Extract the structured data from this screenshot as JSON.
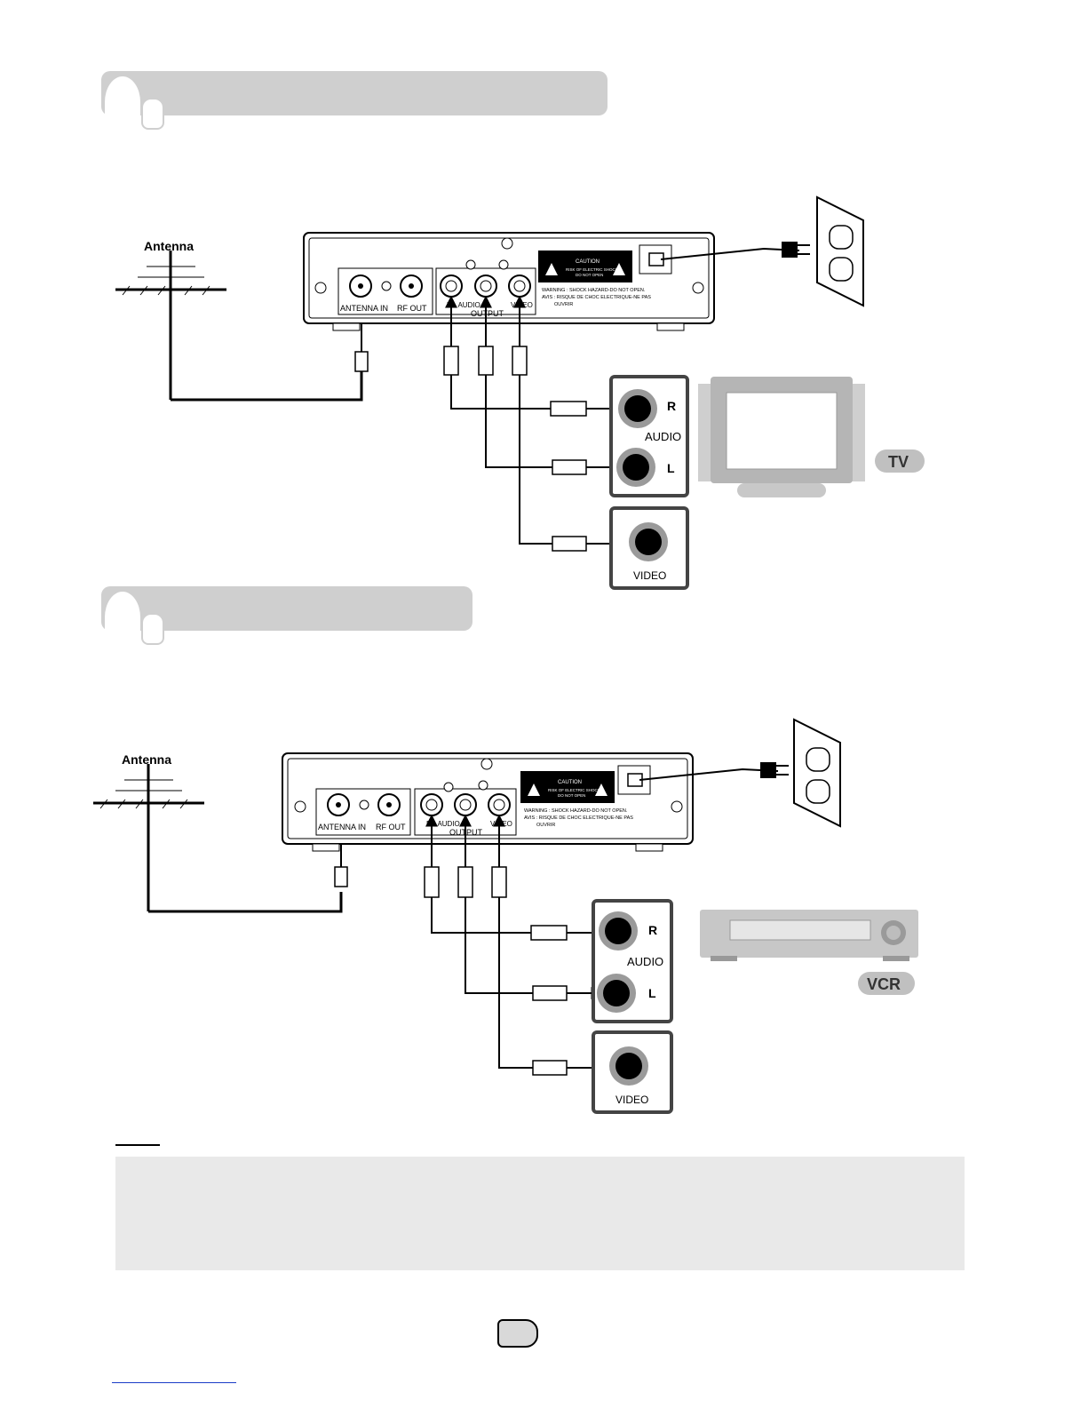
{
  "labels": {
    "antenna": "Antenna",
    "antenna_in": "ANTENNA IN",
    "rf_out": "RF OUT",
    "audio_jacks": "R - AUDIO - L",
    "video_jack": "VIDEO",
    "output": "OUTPUT",
    "caution_title": "CAUTION",
    "caution_line1": "RISK OF ELECTRIC SHOCK",
    "caution_line2": "DO NOT OPEN",
    "warning_line1": "WARNING : SHOCK HAZARD-DO NOT OPEN.",
    "warning_line2": "AVIS : RISQUE DE CHOC ELECTRIQUE-NE PAS",
    "warning_line3": "OUVRIR",
    "jack_r": "R",
    "jack_l": "L",
    "jack_audio": "AUDIO",
    "jack_video": "VIDEO"
  },
  "devices": {
    "tv": "TV",
    "vcr": "VCR"
  },
  "colors": {
    "header_bg": "#cfcfcf",
    "note_bg": "#e9e9e9",
    "line": "#000000",
    "device_grey": "#b5b5b5"
  }
}
